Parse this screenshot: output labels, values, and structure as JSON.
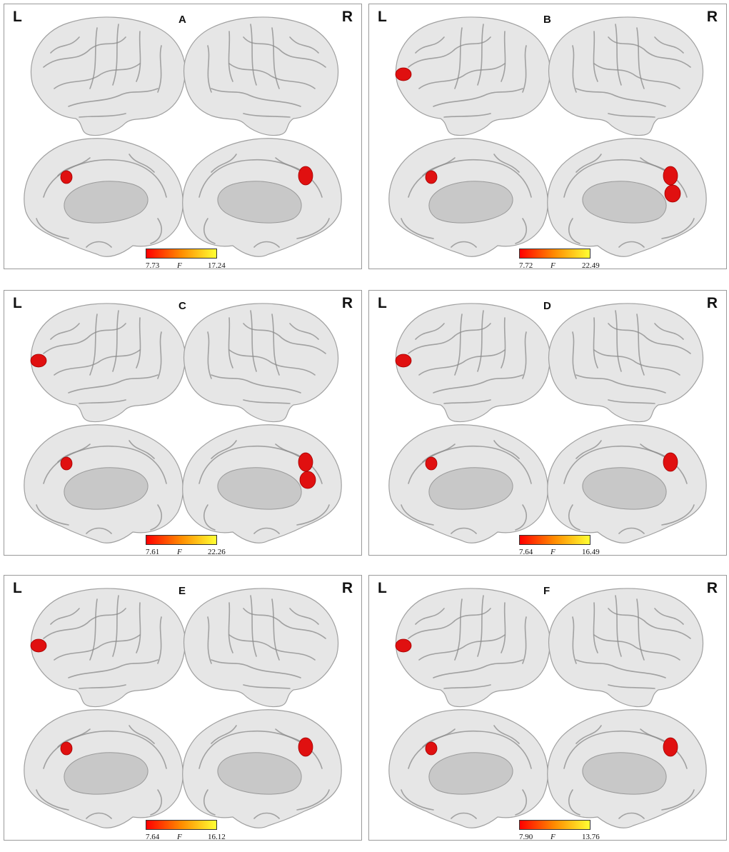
{
  "figure": {
    "hemisphere_labels": {
      "left": "L",
      "right": "R"
    },
    "panels": [
      {
        "letter": "A",
        "scale_min": "7.73",
        "scale_max": "17.24",
        "scale_variable": "F",
        "clusters": [
          "left-medial-precuneus",
          "right-medial-precuneus"
        ]
      },
      {
        "letter": "B",
        "scale_min": "7.72",
        "scale_max": "22.49",
        "scale_variable": "F",
        "clusters": [
          "left-lateral-frontal",
          "left-medial-precuneus",
          "right-medial-precuneus",
          "right-medial-cuneus"
        ]
      },
      {
        "letter": "C",
        "scale_min": "7.61",
        "scale_max": "22.26",
        "scale_variable": "F",
        "clusters": [
          "left-lateral-frontal",
          "left-medial-precuneus",
          "right-medial-precuneus",
          "right-medial-cuneus"
        ]
      },
      {
        "letter": "D",
        "scale_min": "7.64",
        "scale_max": "16.49",
        "scale_variable": "F",
        "clusters": [
          "left-lateral-frontal",
          "left-medial-precuneus",
          "right-medial-precuneus"
        ]
      },
      {
        "letter": "E",
        "scale_min": "7.64",
        "scale_max": "16.12",
        "scale_variable": "F",
        "clusters": [
          "left-lateral-frontal",
          "left-medial-precuneus",
          "right-medial-precuneus"
        ]
      },
      {
        "letter": "F",
        "scale_min": "7.90",
        "scale_max": "13.76",
        "scale_variable": "F",
        "clusters": [
          "left-lateral-frontal",
          "left-medial-precuneus",
          "right-medial-precuneus"
        ]
      }
    ],
    "colors": {
      "brain_surface": "#e6e6e6",
      "sulcus_shading": "#8a8a8a",
      "corpus_callosum": "#c8c8c8",
      "activation_low": "#ff0000",
      "activation_mid": "#ff8c00",
      "activation_high": "#ffff33",
      "activation_cluster": "#e01010",
      "panel_border": "#9a9a9a"
    }
  }
}
